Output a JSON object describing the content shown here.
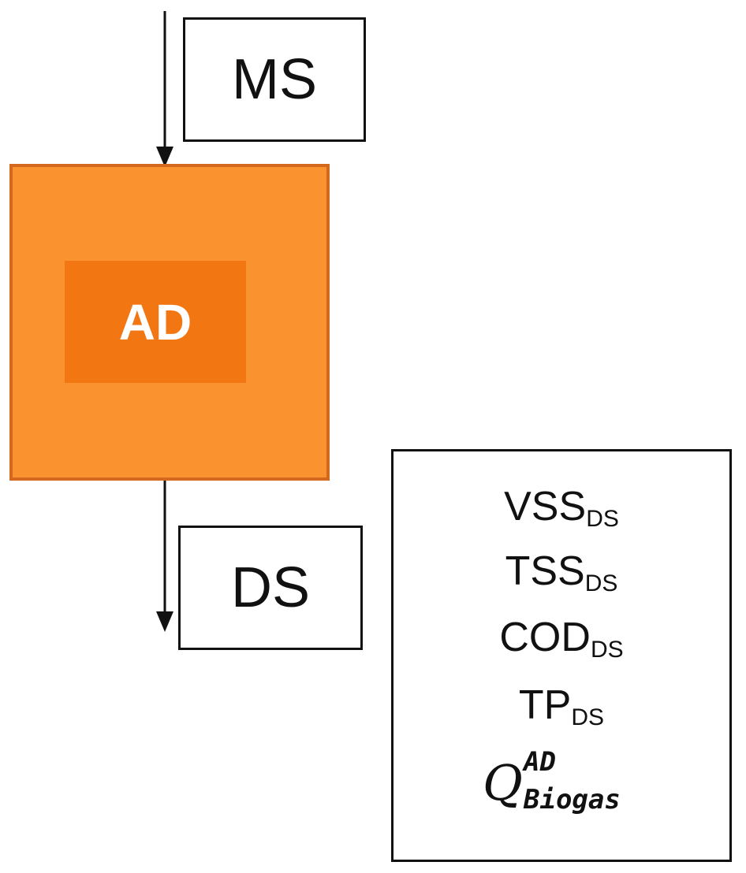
{
  "nodes": {
    "ms": "MS",
    "ad": "AD",
    "ds": "DS"
  },
  "colors": {
    "ad_fill": "#fb9230",
    "ad_border": "#d4681c",
    "ad_label_bg": "#f27612",
    "line": "#111111"
  },
  "outputs": {
    "vss": {
      "base": "VSS",
      "sub": "DS"
    },
    "tss": {
      "base": "TSS",
      "sub": "DS"
    },
    "cod": {
      "base": "COD",
      "sub": "DS"
    },
    "tp": {
      "base": "TP",
      "sub": "DS"
    },
    "q": {
      "base": "Q",
      "sup": "AD",
      "sub": "Biogas"
    }
  }
}
